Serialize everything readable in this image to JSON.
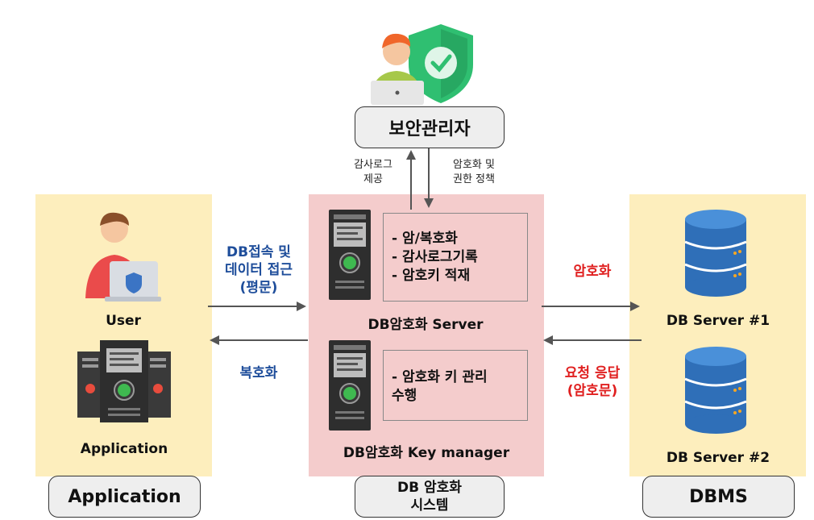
{
  "admin": {
    "title": "보안관리자"
  },
  "arrows": {
    "audit_provide": [
      "감사로그",
      "제공"
    ],
    "policy": [
      "암호화 및",
      "권한 정책"
    ],
    "db_access": [
      "DB접속 및",
      "데이터 접근",
      "(평문)"
    ],
    "decrypt": "복호화",
    "encrypt": "암호화",
    "response": [
      "요청 응답",
      "(암호문)"
    ]
  },
  "application_panel": {
    "user_label": "User",
    "app_label": "Application",
    "footer": "Application"
  },
  "system_panel": {
    "server_label": "DB암호화 Server",
    "server_functions": [
      "- 암/복호화",
      "- 감사로그기록",
      "- 암호키 적재"
    ],
    "km_label": "DB암호화 Key manager",
    "km_functions": [
      "- 암호화 키 관리",
      "수행"
    ],
    "footer": [
      "DB 암호화",
      "시스템"
    ]
  },
  "dbms_panel": {
    "server1": "DB Server #1",
    "server2": "DB Server #2",
    "footer": "DBMS"
  },
  "colors": {
    "panel_yellow": "#fdeebd",
    "panel_pink": "#f4cccc",
    "flow_blue": "#1f4e9b",
    "flow_red": "#e02020"
  }
}
